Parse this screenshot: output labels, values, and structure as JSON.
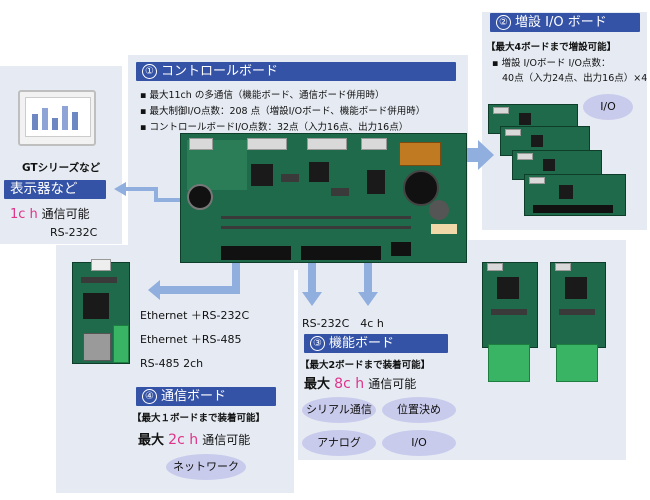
{
  "colors": {
    "accent": "#3553a6",
    "panel": "#e6ebf3",
    "pill": "#c9cbec",
    "pink": "#e0338a",
    "arrow": "#90aede"
  },
  "display": {
    "device_label": "GTシリーズなど",
    "title": "表示器など",
    "channels_num": "1c h",
    "channels_suffix": "通信可能",
    "interface": "RS-232C"
  },
  "control_board": {
    "number": "①",
    "title": "コントロールボード",
    "features": [
      "最大11ch の多通信（機能ボード、通信ボード併用時）",
      "最大制御I/O点数：208 点（増設I/Oボード、機能ボード併用時）",
      "コントロールボードI/O点数：32点（入力16点、出力16点）"
    ]
  },
  "io_board": {
    "number": "②",
    "title": "増設 I/O ボード",
    "max": "【最大4ボードまで増設可能】",
    "spec_line1": "増設 I/Oボード I/O点数：",
    "spec_line2": "40点（入力24点、出力16点）×4",
    "pill": "I/O"
  },
  "function_board": {
    "number": "③",
    "title": "機能ボード",
    "max": "【最大2ボードまで装着可能】",
    "prefix": "最大",
    "channels_num": "8c h",
    "suffix": "通信可能",
    "pills": [
      "シリアル通信",
      "位置決め",
      "アナログ",
      "I/O"
    ]
  },
  "comm_board": {
    "number": "④",
    "title": "通信ボード",
    "max": "【最大１ボードまで装着可能】",
    "prefix": "最大",
    "channels_num": "2c h",
    "suffix": "通信可能",
    "pill": "ネットワーク",
    "interfaces": [
      "Ethernet ＋RS-232C",
      "Ethernet ＋RS-485",
      "RS-485 2ch"
    ]
  },
  "rs232_label": "RS-232C　4c h"
}
